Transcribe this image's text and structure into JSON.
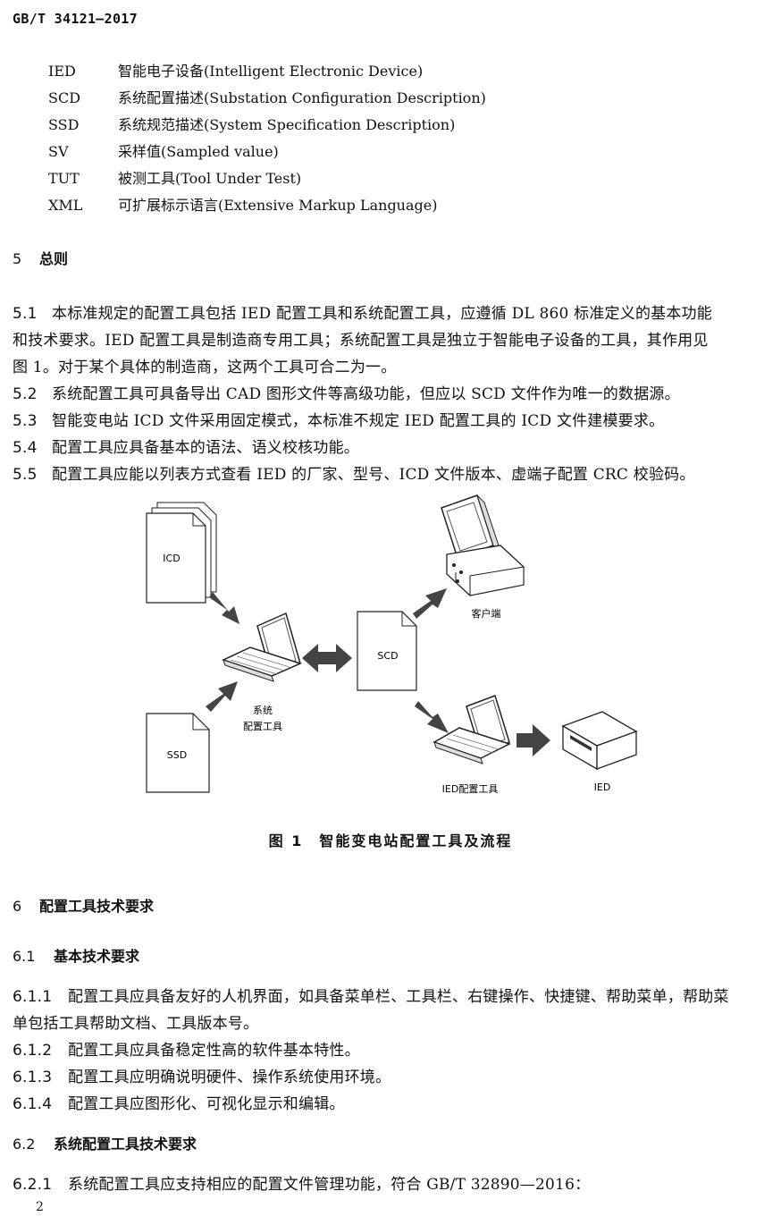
{
  "header": {
    "standard_code": "GB/T 34121—2017"
  },
  "abbreviations": [
    {
      "code": "IED",
      "desc": "智能电子设备(Intelligent Electronic Device)"
    },
    {
      "code": "SCD",
      "desc": "系统配置描述(Substation Configuration Description)"
    },
    {
      "code": "SSD",
      "desc": "系统规范描述(System Specification Description)"
    },
    {
      "code": "SV",
      "desc": "采样值(Sampled value)"
    },
    {
      "code": "TUT",
      "desc": "被测工具(Tool Under Test)"
    },
    {
      "code": "XML",
      "desc": "可扩展标示语言(Extensive Markup Language)"
    }
  ],
  "section5": {
    "heading_num": "5",
    "heading": "总则",
    "p5_1": {
      "num": "5.1",
      "line1": "本标准规定的配置工具包括 IED 配置工具和系统配置工具，应遵循 DL 860 标准定义的基本功能",
      "line2": "和技术要求。IED 配置工具是制造商专用工具；系统配置工具是独立于智能电子设备的工具，其作用见",
      "line3": "图 1。对于某个具体的制造商，这两个工具可合二为一。"
    },
    "p5_2": {
      "num": "5.2",
      "text": "系统配置工具可具备导出 CAD 图形文件等高级功能，但应以 SCD 文件作为唯一的数据源。"
    },
    "p5_3": {
      "num": "5.3",
      "text": "智能变电站 ICD 文件采用固定模式，本标准不规定 IED 配置工具的 ICD 文件建模要求。"
    },
    "p5_4": {
      "num": "5.4",
      "text": "配置工具应具备基本的语法、语义校核功能。"
    },
    "p5_5": {
      "num": "5.5",
      "text": "配置工具应能以列表方式查看 IED 的厂家、型号、ICD 文件版本、虚端子配置 CRC 校验码。"
    }
  },
  "figure1": {
    "caption": "图 1　智能变电站配置工具及流程",
    "labels": {
      "icd": "ICD",
      "ssd": "SSD",
      "scd": "SCD",
      "system_tool_line1": "系统",
      "system_tool_line2": "配置工具",
      "client": "客户端",
      "ied_tool": "IED配置工具",
      "ied": "IED"
    }
  },
  "section6": {
    "heading_num": "6",
    "heading": "配置工具技术要求",
    "s6_1": {
      "num": "6.1",
      "heading": "基本技术要求"
    },
    "p6_1_1": {
      "num": "6.1.1",
      "line1": "配置工具应具备友好的人机界面，如具备菜单栏、工具栏、右键操作、快捷键、帮助菜单，帮助菜",
      "line2": "单包括工具帮助文档、工具版本号。"
    },
    "p6_1_2": {
      "num": "6.1.2",
      "text": "配置工具应具备稳定性高的软件基本特性。"
    },
    "p6_1_3": {
      "num": "6.1.3",
      "text": "配置工具应明确说明硬件、操作系统使用环境。"
    },
    "p6_1_4": {
      "num": "6.1.4",
      "text": "配置工具应图形化、可视化显示和编辑。"
    },
    "s6_2": {
      "num": "6.2",
      "heading": "系统配置工具技术要求"
    },
    "p6_2_1": {
      "num": "6.2.1",
      "text": "系统配置工具应支持相应的配置文件管理功能，符合 GB/T 32890—2016："
    }
  },
  "footer": {
    "page_number": "2"
  }
}
